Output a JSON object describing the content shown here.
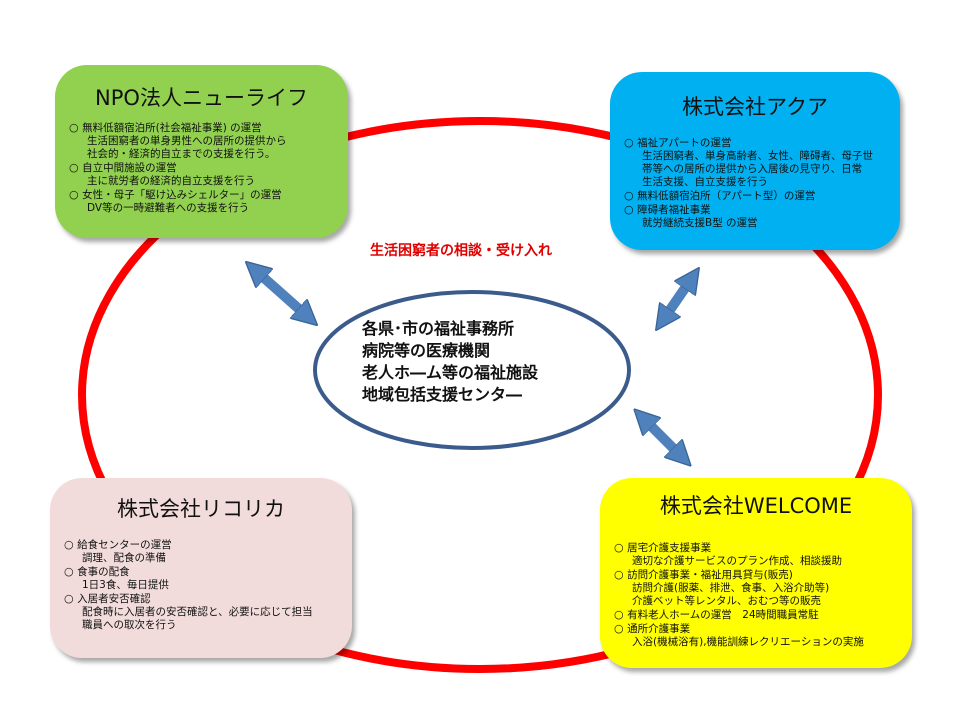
{
  "colors": {
    "ring": "#ff0000",
    "center_ring": "#3b5b8c",
    "arrow": "#4f81bd",
    "green": "#92d050",
    "blue": "#00b0f0",
    "pink": "#f2dcdb",
    "yellow": "#ffff00",
    "label": "#e00000"
  },
  "flow_label": "生活困窮者の相談・受け入れ",
  "center": {
    "lines": [
      "各県･市の福祉事務所",
      "病院等の医療機関",
      "老人ホ―ム等の福祉施設",
      "地域包括支援センタ―"
    ]
  },
  "orgs": {
    "npo": {
      "title": "NPO法人ニューライフ",
      "items": [
        {
          "head": "無料低額宿泊所(社会福祉事業) の運営",
          "sub": "生活困窮者の単身男性への居所の提供から\n社会的・経済的自立までの支援を行う。"
        },
        {
          "head": "自立中間施設の運営",
          "sub": "主に就労者の経済的自立支援を行う"
        },
        {
          "head": "女性・母子「駆け込みシェルター」の運営",
          "sub": "DV等の一時避難者への支援を行う"
        }
      ]
    },
    "aqua": {
      "title": "株式会社アクア",
      "items": [
        {
          "head": "福祉アパートの運営",
          "sub": "生活困窮者、単身高齢者、女性、障碍者、母子世\n帯等への居所の提供から入居後の見守り、日常\n生活支援、自立支援を行う"
        },
        {
          "head": "無料低額宿泊所（アパート型）の運営",
          "sub": ""
        },
        {
          "head": "障碍者福祉事業",
          "sub": "就労継続支援B型 の運営"
        }
      ]
    },
    "ricorica": {
      "title": "株式会社リコリカ",
      "items": [
        {
          "head": "給食センターの運営",
          "sub": "調理、配食の準備"
        },
        {
          "head": "食事の配食",
          "sub": "1日3食、毎日提供"
        },
        {
          "head": "入居者安否確認",
          "sub": "配食時に入居者の安否確認と、必要に応じて担当\n職員への取次を行う"
        }
      ]
    },
    "welcome": {
      "title": "株式会社WELCOME",
      "items": [
        {
          "head": "居宅介護支援事業",
          "sub": "適切な介護サービスのプラン作成、相談援助"
        },
        {
          "head": "訪問介護事業・福祉用具貸与(販売)",
          "sub": "訪問介護(服薬、排泄、食事、入浴介助等)\n介護ベット等レンタル、おむつ等の販売"
        },
        {
          "head": "有料老人ホームの運営　24時間職員常駐",
          "sub": ""
        },
        {
          "head": "通所介護事業",
          "sub": "入浴(機械浴有),機能訓練レクリエーションの実施"
        }
      ]
    }
  }
}
